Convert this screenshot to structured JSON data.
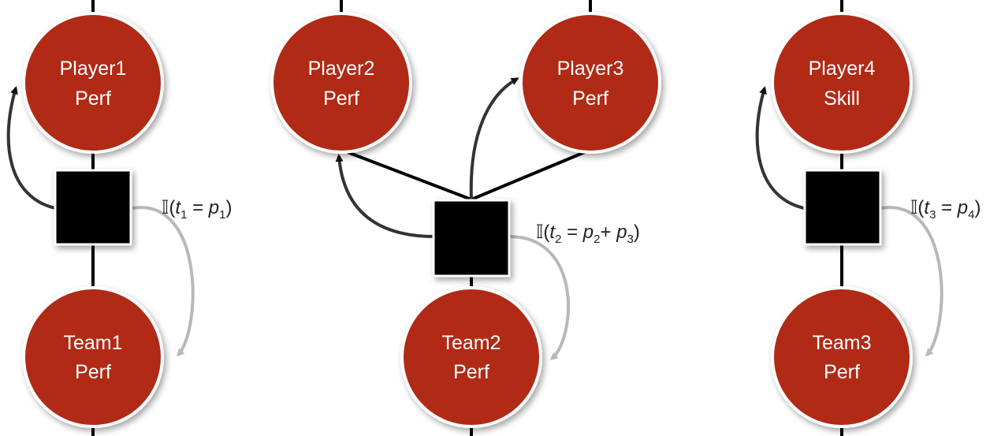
{
  "colors": {
    "node_fill": "#b02a18",
    "node_border": "#ffffff",
    "factor": "#000000",
    "arrow_dark": "#111111",
    "arrow_light": "#b8b8b8"
  },
  "nodes": {
    "player1": {
      "line1": "Player1",
      "line2": "Perf"
    },
    "player2": {
      "line1": "Player2",
      "line2": "Perf"
    },
    "player3": {
      "line1": "Player3",
      "line2": "Perf"
    },
    "player4": {
      "line1": "Player4",
      "line2": "Skill"
    },
    "team1": {
      "line1": "Team1",
      "line2": "Perf"
    },
    "team2": {
      "line1": "Team2",
      "line2": "Perf"
    },
    "team3": {
      "line1": "Team3",
      "line2": "Perf"
    }
  },
  "formulas": {
    "f1": {
      "indicator": "𝕀",
      "open": "(",
      "lhs": "t",
      "lhs_sub": "1",
      "eq": " = ",
      "r1": "p",
      "r1_sub": "1",
      "plus": "",
      "r2": "",
      "r2_sub": "",
      "close": ")"
    },
    "f2": {
      "indicator": "𝕀",
      "open": "(",
      "lhs": "t",
      "lhs_sub": "2",
      "eq": " = ",
      "r1": "p",
      "r1_sub": "2",
      "plus": "+ ",
      "r2": "p",
      "r2_sub": "3",
      "close": ")"
    },
    "f3": {
      "indicator": "𝕀",
      "open": "(",
      "lhs": "t",
      "lhs_sub": "3",
      "eq": " = ",
      "r1": "p",
      "r1_sub": "4",
      "plus": "",
      "r2": "",
      "r2_sub": "",
      "close": ")"
    }
  }
}
